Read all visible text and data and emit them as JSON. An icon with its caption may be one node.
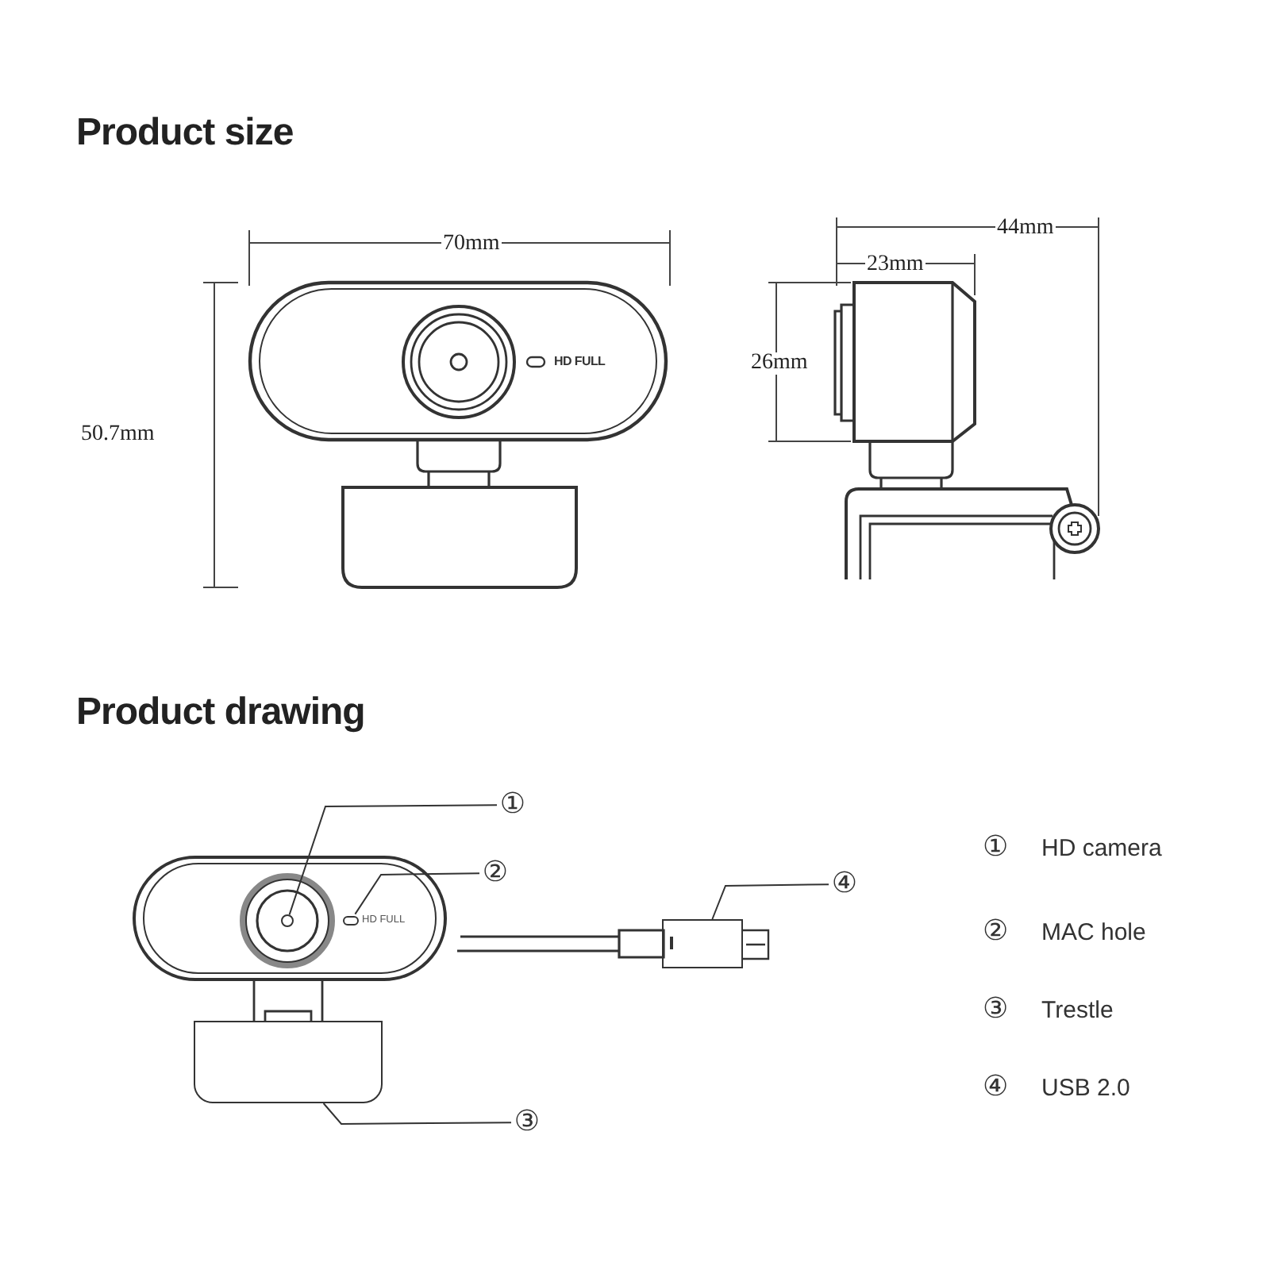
{
  "diagram": {
    "nodes": [
      {
        "text": [
          "①"
        ]
      },
      {
        "text": [
          "②"
        ]
      },
      {
        "text": [
          "④"
        ]
      },
      {
        "text": [
          "③"
        ]
      },
      {
        "text": [],
        "shape": "circle"
      },
      {
        "text": [],
        "shape": "circle"
      },
      {
        "text": [],
        "shape": "box"
      },
      {
        "text": [],
        "shape": "box"
      }
    ],
    "edges": [
      {
        "from": 0,
        "to": 4,
        "arrow": "none"
      },
      {
        "from": 1,
        "to": 5,
        "arrow": "none"
      },
      {
        "from": 2,
        "to": 6,
        "arrow": "none"
      },
      {
        "from": 3,
        "to": 7,
        "arrow": "none"
      }
    ],
    "labels": [
      "Product size",
      "70mm",
      "44mm",
      "23mm",
      "26mm",
      "HD FULL",
      "50.7mm",
      "Product drawing",
      "HD FULL",
      "①",
      "HD camera",
      "②",
      "MAC hole",
      "③",
      "Trestle",
      "④",
      "USB 2.0"
    ]
  }
}
